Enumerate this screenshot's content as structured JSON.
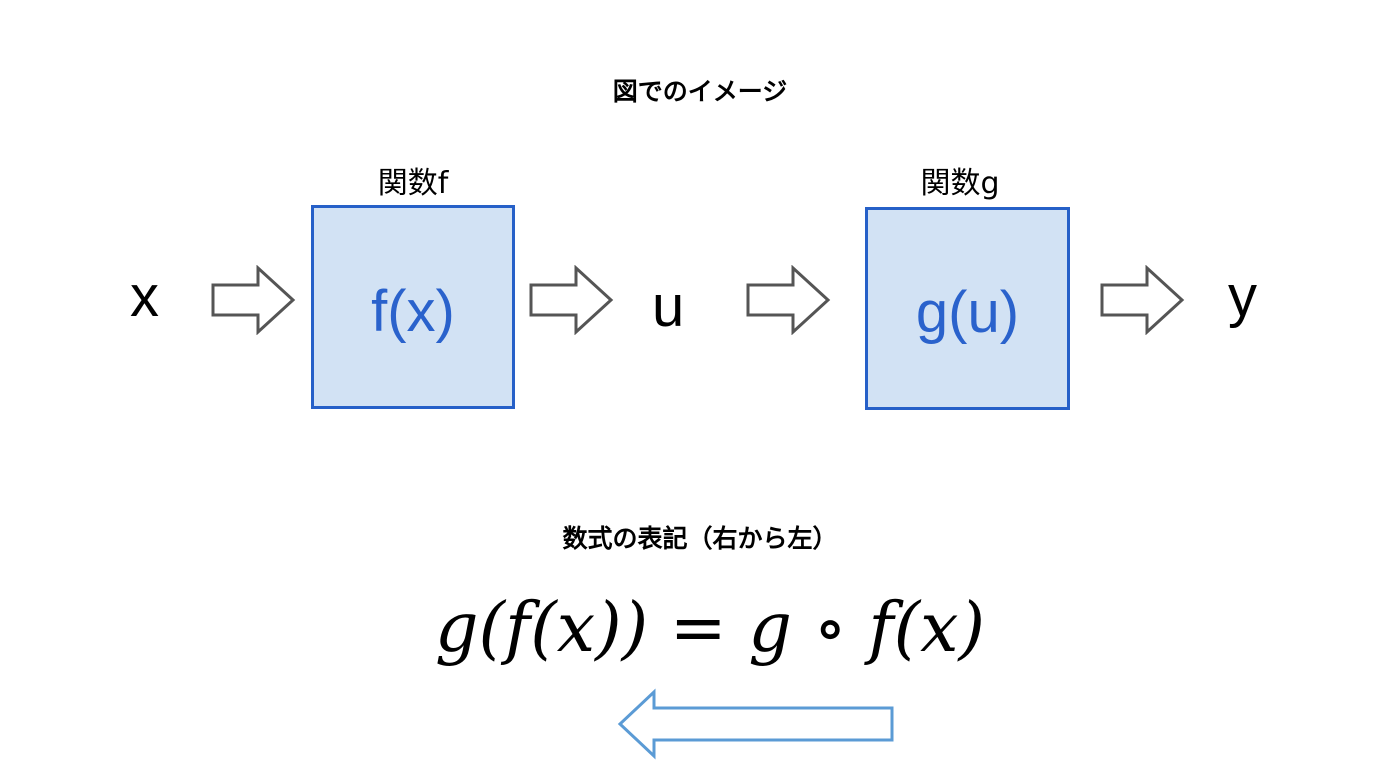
{
  "diagram": {
    "title": "図でのイメージ",
    "function_f": {
      "label": "関数f",
      "expression": "f(x)"
    },
    "function_g": {
      "label": "関数g",
      "expression": "g(u)"
    },
    "input": "x",
    "intermediate": "u",
    "output": "y"
  },
  "notation": {
    "title": "数式の表記（右から左）",
    "formula": "g(f(x)) = g ∘ f(x)"
  },
  "colors": {
    "box_fill": "#d2e2f4",
    "box_border": "#2660c8",
    "box_text": "#2a62cc",
    "flow_arrow": "#555555",
    "direction_arrow": "#5b9bd5"
  }
}
